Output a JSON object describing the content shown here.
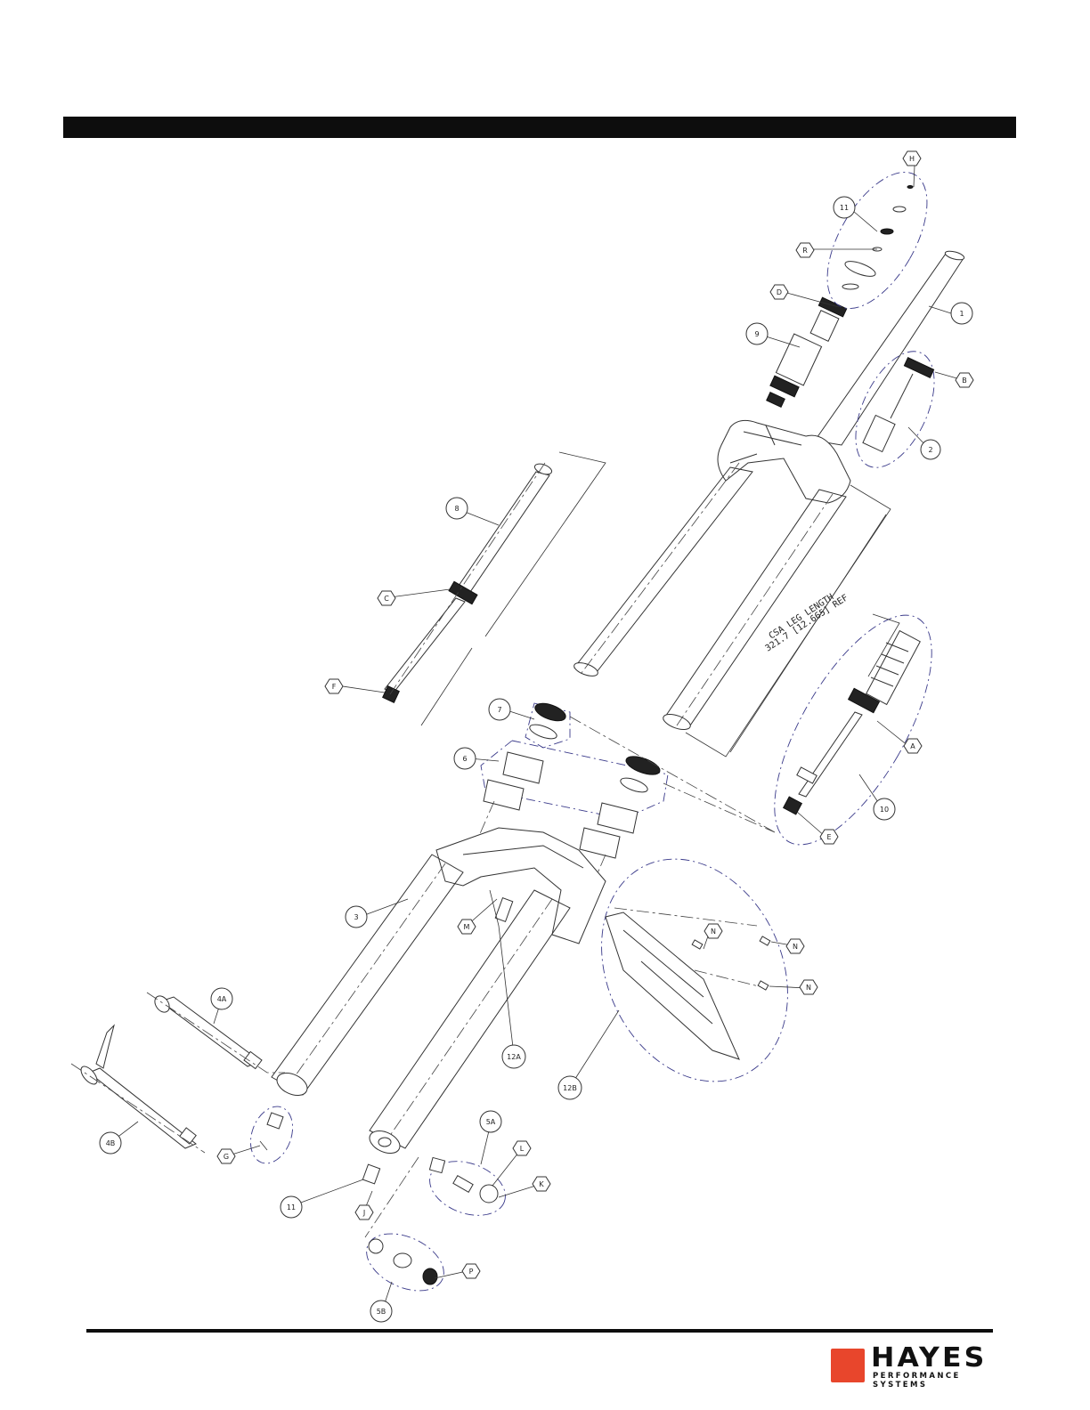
{
  "brand": {
    "name": "HAYES",
    "tagline": "PERFORMANCE SYSTEMS",
    "accent_color": "#e8462c"
  },
  "dimension_note": {
    "line1": "CSA LEG LENGTH",
    "line2": "321.7 [12.665] REF"
  },
  "callouts": {
    "1": "1",
    "2": "2",
    "3": "3",
    "4A": "4A",
    "4B": "4B",
    "5A": "5A",
    "5B": "5B",
    "6": "6",
    "7": "7",
    "8": "8",
    "9": "9",
    "10": "10",
    "11_top": "11",
    "11_bottom": "11",
    "12A": "12A",
    "12B": "12B",
    "A": "A",
    "B": "B",
    "C": "C",
    "D": "D",
    "E": "E",
    "F": "F",
    "G": "G",
    "H": "H",
    "J": "J",
    "K": "K",
    "L": "L",
    "M": "M",
    "N1": "N",
    "N2": "N",
    "N3": "N",
    "P": "P",
    "R": "R"
  }
}
